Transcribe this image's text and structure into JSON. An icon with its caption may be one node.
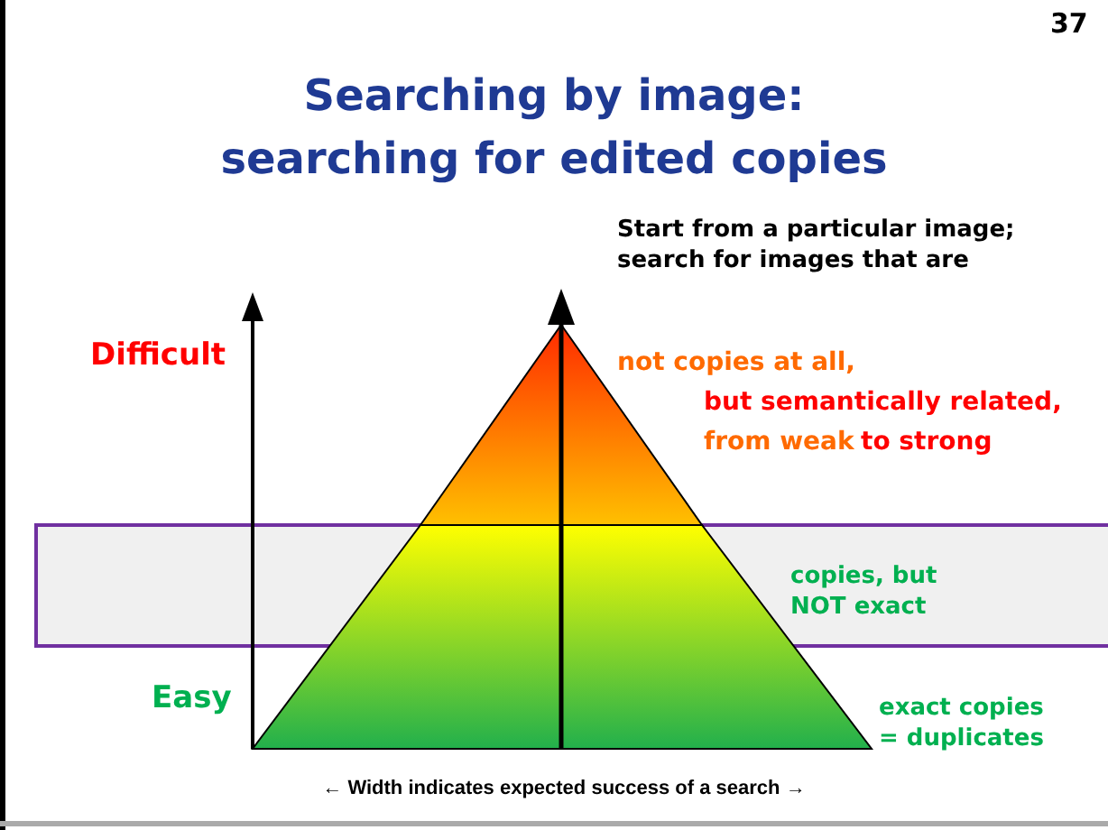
{
  "diagram": {
    "title": "Searching by image: searching for edited copies",
    "labels": [
      "37",
      "Start from a particular image; search for images that are",
      "Difficult",
      "not copies at all,",
      "but semantically related,",
      "from weak",
      "to strong",
      "copies, but NOT exact",
      "Easy",
      "exact copies = duplicates",
      "← Width indicates expected success of a search →"
    ]
  }
}
